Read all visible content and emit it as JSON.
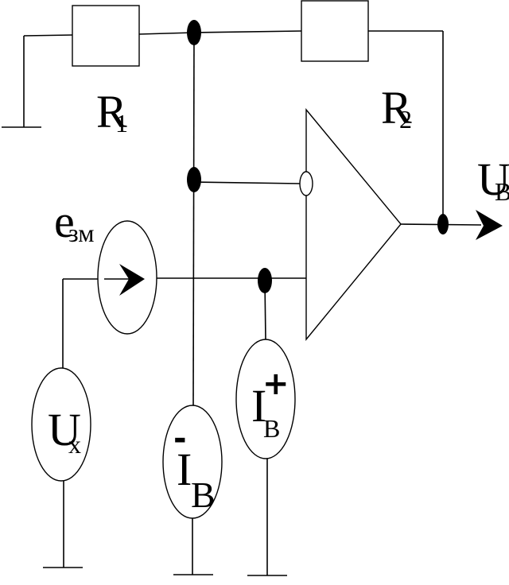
{
  "labels": {
    "r1": "R",
    "r1_sub": "1",
    "r2": "R",
    "r2_sub": "2",
    "out": "U",
    "out_sub": "В",
    "esm": "e",
    "esm_sub": "зм",
    "ux": "U",
    "ux_sub": "x",
    "ib_minus": "I",
    "ib_minus_sup": "-",
    "ib_minus_sub": "В",
    "ib_plus": "I",
    "ib_plus_sup": "+",
    "ib_plus_sub": "В"
  }
}
